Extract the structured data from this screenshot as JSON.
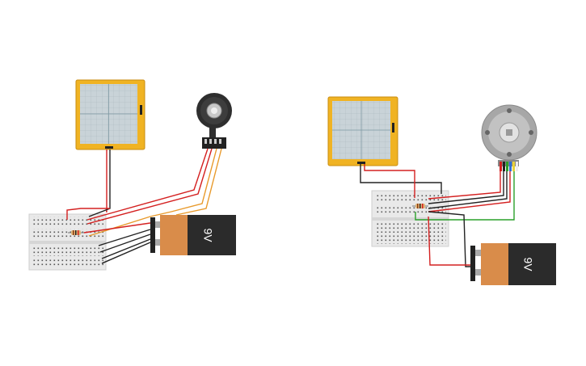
{
  "circuits": [
    {
      "id": "left",
      "components": [
        "oscilloscope",
        "breadboard",
        "resistor",
        "encoder-motor",
        "battery"
      ],
      "battery_label": "9V"
    },
    {
      "id": "right",
      "components": [
        "oscilloscope",
        "breadboard",
        "resistor",
        "dc-motor",
        "battery"
      ],
      "battery_label": "9V"
    }
  ],
  "colors": {
    "background": "#ffffff",
    "wire_red": "#d42020",
    "wire_black": "#222222",
    "wire_orange": "#e89a2c",
    "wire_green": "#2aa02a",
    "oscilloscope_frame": "#f0b323",
    "oscilloscope_screen": "#c9d3d8",
    "breadboard": "#e9e9e9",
    "battery_copper": "#d98c4a",
    "battery_black": "#2b2b2b"
  }
}
